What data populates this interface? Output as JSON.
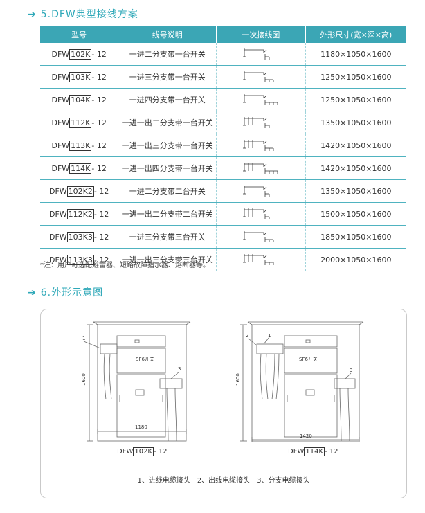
{
  "section5": {
    "arrow": "➔",
    "title": "5.DFW典型接线方案"
  },
  "table": {
    "headers": [
      "型号",
      "线号说明",
      "一次接线图",
      "外形尺寸(宽×深×高)"
    ],
    "rows": [
      {
        "model_prefix": "DFW",
        "model_box": "102K",
        "model_suffix": "- 12",
        "desc": "一进二分支带一台开关",
        "dim": "1180×1050×1600"
      },
      {
        "model_prefix": "DFW",
        "model_box": "103K",
        "model_suffix": "- 12",
        "desc": "一进三分支带一台开关",
        "dim": "1250×1050×1600"
      },
      {
        "model_prefix": "DFW",
        "model_box": "104K",
        "model_suffix": "- 12",
        "desc": "一进四分支带一台开关",
        "dim": "1250×1050×1600"
      },
      {
        "model_prefix": "DFW",
        "model_box": "112K",
        "model_suffix": "- 12",
        "desc": "一进一出二分支带一台开关",
        "dim": "1350×1050×1600"
      },
      {
        "model_prefix": "DFW",
        "model_box": "113K",
        "model_suffix": "- 12",
        "desc": "一进一出三分支带一台开关",
        "dim": "1420×1050×1600"
      },
      {
        "model_prefix": "DFW",
        "model_box": "114K",
        "model_suffix": "- 12",
        "desc": "一进一出四分支带一台开关",
        "dim": "1420×1050×1600"
      },
      {
        "model_prefix": "DFW",
        "model_box": "102K2",
        "model_suffix": "- 12",
        "desc": "一进二分支带二台开关",
        "dim": "1350×1050×1600"
      },
      {
        "model_prefix": "DFW",
        "model_box": "112K2",
        "model_suffix": "- 12",
        "desc": "一进一出二分支带二台开关",
        "dim": "1500×1050×1600"
      },
      {
        "model_prefix": "DFW",
        "model_box": "103K3",
        "model_suffix": "- 12",
        "desc": "一进三分支带三台开关",
        "dim": "1850×1050×1600"
      },
      {
        "model_prefix": "DFW",
        "model_box": "113K3",
        "model_suffix": "- 12",
        "desc": "一进一出三分支带三台开关",
        "dim": "2000×1050×1600"
      }
    ]
  },
  "note": "*注：用户可选配避雷器、短路故障指示器、熔断器等。",
  "section6": {
    "arrow": "➔",
    "title": "6.外形示意图"
  },
  "figure": {
    "left": {
      "height_label": "1600",
      "width_label": "1180",
      "model_prefix": "DFW",
      "model_box": "102K",
      "model_suffix": "- 12",
      "sf6": "SF6开关",
      "callout_1": "1",
      "callout_3": "3"
    },
    "right": {
      "height_label": "1600",
      "width_label": "1420",
      "model_prefix": "DFW",
      "model_box": "114K",
      "model_suffix": "- 12",
      "sf6": "SF6开关",
      "callout_1": "1",
      "callout_2": "2",
      "callout_3": "3"
    },
    "legend": "1、进线电缆接头　2、出线电缆接头　3、分支电缆接头"
  }
}
